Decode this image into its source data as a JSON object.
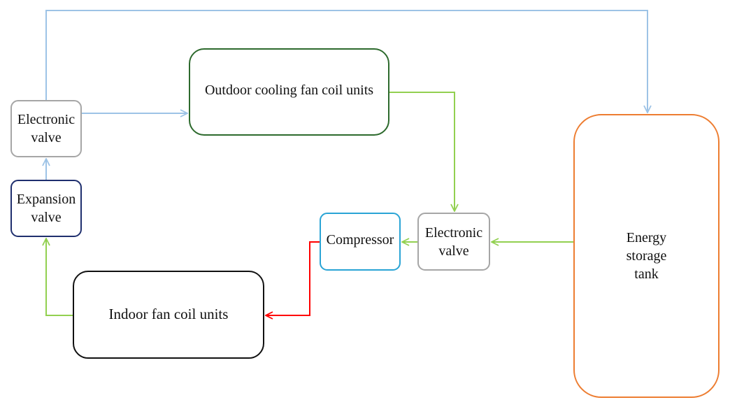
{
  "nodes": {
    "electronic_valve_left": "Electronic\nvalve",
    "expansion_valve": "Expansion\nvalve",
    "outdoor_units": "Outdoor cooling fan coil units",
    "compressor": "Compressor",
    "electronic_valve_mid": "Electronic\nvalve",
    "indoor_units": "Indoor fan coil units",
    "energy_storage_tank": "Energy\nstorage\ntank"
  },
  "colors": {
    "blue_flow": "#9dc3e6",
    "green_flow": "#92d050",
    "red_flow": "#ff0000",
    "tank_border": "#ed7d31",
    "outdoor_border": "#2d6a2d",
    "compressor_border": "#2aa4d5",
    "expansion_border": "#1f2f6e",
    "valve_border": "#a6a6a6",
    "indoor_border": "#111111"
  }
}
